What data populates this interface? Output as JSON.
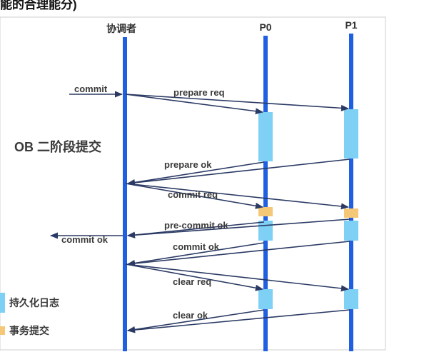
{
  "top_caption": "能的合理能分)",
  "participants": {
    "coordinator": "协调者",
    "p0": "P0",
    "p1": "P1"
  },
  "diagram_title": "OB 二阶段提交",
  "messages": {
    "commit": "commit",
    "prepare_req": "prepare req",
    "prepare_ok": "prepare ok",
    "commit_req": "commit req",
    "pre_commit_ok": "pre-commit ok",
    "commit_ok_client": "commit ok",
    "commit_ok": "commit ok",
    "clear_req": "clear req",
    "clear_ok": "clear ok"
  },
  "legend": {
    "persist_log": "持久化日志",
    "txn_commit": "事务提交"
  },
  "colors": {
    "lifeline": "#1f5fe0",
    "arrow": "#2b3a64",
    "persist_block": "#7ed0f5",
    "commit_block": "#f5c878",
    "text": "#3a3a3a"
  }
}
